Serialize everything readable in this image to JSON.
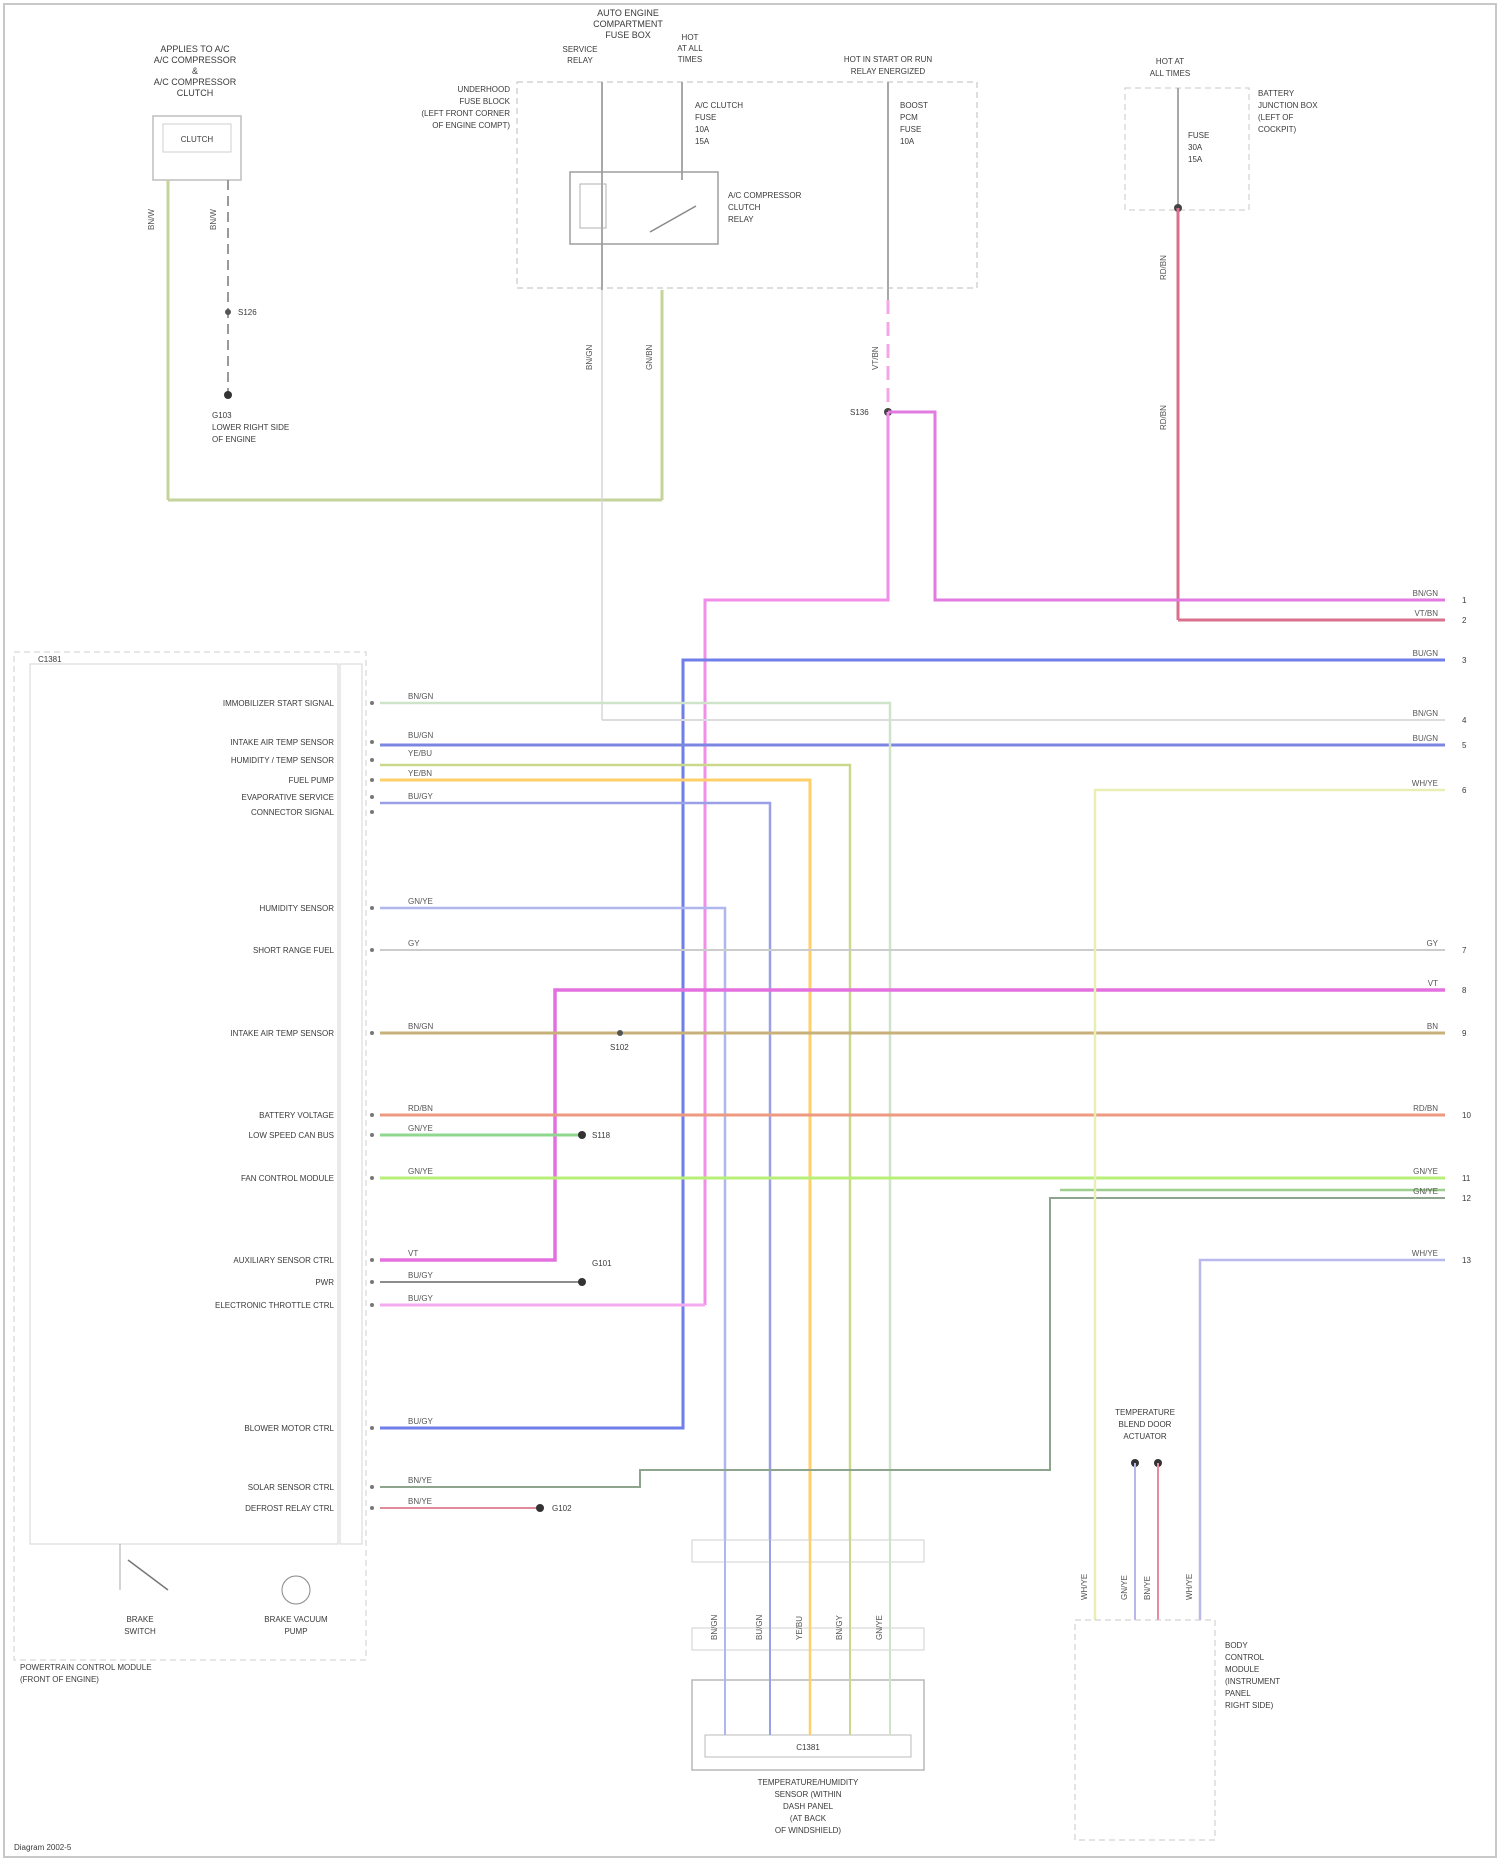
{
  "top_left": {
    "title": [
      "APPLIES TO A/C",
      "A/C COMPRESSOR",
      "&",
      "A/C COMPRESSOR",
      "CLUTCH"
    ],
    "clutch_label": "CLUTCH",
    "wire_a": "BN/W",
    "wire_b": "BN/W",
    "splice": "S126",
    "ground_label": [
      "G103",
      "LOWER RIGHT SIDE",
      "OF ENGINE"
    ]
  },
  "fuse_box": {
    "title": [
      "AUTO ENGINE",
      "COMPARTMENT",
      "FUSE BOX"
    ],
    "sub_left": [
      "SERVICE",
      "RELAY"
    ],
    "sub_right": [
      "HOT",
      "AT ALL",
      "TIMES"
    ],
    "side_label": [
      "UNDERHOOD",
      "FUSE BLOCK",
      "(LEFT FRONT CORNER",
      "OF ENGINE COMPT)"
    ],
    "fuse_label": [
      "A/C CLUTCH",
      "FUSE",
      "10A",
      "15A"
    ],
    "relay_label": [
      "A/C COMPRESSOR",
      "CLUTCH",
      "RELAY"
    ],
    "wire_left": "BN/GN",
    "wire_right": "GN/BN"
  },
  "power_box": {
    "title": [
      "HOT IN START OR RUN",
      "RELAY ENERGIZED"
    ],
    "fuse_label": [
      "BOOST",
      "PCM",
      "FUSE",
      "10A"
    ],
    "wire": "VT/BN",
    "splice": "S136"
  },
  "right_box": {
    "title": [
      "HOT AT",
      "ALL TIMES"
    ],
    "side_label": [
      "BATTERY",
      "JUNCTION BOX",
      "(LEFT OF",
      "COCKPIT)"
    ],
    "fuse_label": [
      "FUSE",
      "30A",
      "15A"
    ],
    "wire_a": "RD/BN",
    "wire_b": "RD/BN"
  },
  "pcm": {
    "title": "C1381",
    "footer": [
      "POWERTRAIN CONTROL MODULE",
      "(FRONT OF ENGINE)"
    ],
    "pins": [
      "IMMOBILIZER START SIGNAL",
      "INTAKE AIR TEMP SENSOR",
      "HUMIDITY / TEMP SENSOR",
      "FUEL PUMP",
      "EVAPORATIVE SERVICE",
      "CONNECTOR SIGNAL",
      "HUMIDITY SENSOR",
      "SHORT RANGE FUEL",
      "INTAKE AIR TEMP SENSOR",
      "BATTERY VOLTAGE",
      "LOW SPEED CAN BUS",
      "FAN CONTROL MODULE",
      "AUXILIARY SENSOR CTRL",
      "PWR",
      "ELECTRONIC THROTTLE CTRL",
      "BLOWER MOTOR CTRL",
      "SOLAR SENSOR CTRL",
      "DEFROST RELAY CTRL"
    ],
    "switch_label": [
      "BRAKE",
      "SWITCH"
    ],
    "motor_label": [
      "BRAKE VACUUM",
      "PUMP"
    ]
  },
  "wires_left": [
    "BN/GN",
    "BU/GN",
    "YE/BU",
    "YE/BN",
    "BU/GY",
    "GN/YE",
    "GY",
    "BN/GN",
    "RD/BN",
    "GN/YE",
    "GN/YE",
    "VT",
    "BU/GY",
    "BU/GY",
    "BU/GY",
    "BN/YE",
    "BN/YE"
  ],
  "wires_right": [
    "BN/GN",
    "VT/BN",
    "BU/GN",
    "BN/GN",
    "BU/GN",
    "WH/YE",
    "GY",
    "VT",
    "BN",
    "RD/BN",
    "GN/YE",
    "GN/YE",
    "WH/YE"
  ],
  "right_pins": [
    "1",
    "2",
    "3",
    "4",
    "5",
    "6",
    "7",
    "8",
    "9",
    "10",
    "11",
    "12",
    "13"
  ],
  "splice_labels": [
    "S118",
    "G101",
    "G102",
    "S102"
  ],
  "bottom_connector": {
    "title": "C1381",
    "footer": [
      "TEMPERATURE/HUMIDITY",
      "SENSOR (WITHIN",
      "DASH PANEL",
      "(AT BACK",
      "OF WINDSHIELD)"
    ],
    "wires": [
      "BN/GN",
      "BU/GN",
      "YE/BU",
      "BN/GY",
      "GN/YE"
    ]
  },
  "bottom_right": {
    "title": [
      "TEMPERATURE",
      "BLEND DOOR",
      "ACTUATOR"
    ],
    "side_label": [
      "BODY",
      "CONTROL",
      "MODULE",
      "(INSTRUMENT",
      "PANEL",
      "RIGHT SIDE)"
    ],
    "wires": [
      "WH/YE",
      "GN/YE",
      "BN/YE",
      "WH/YE"
    ]
  },
  "footer": "Diagram 2002-5"
}
